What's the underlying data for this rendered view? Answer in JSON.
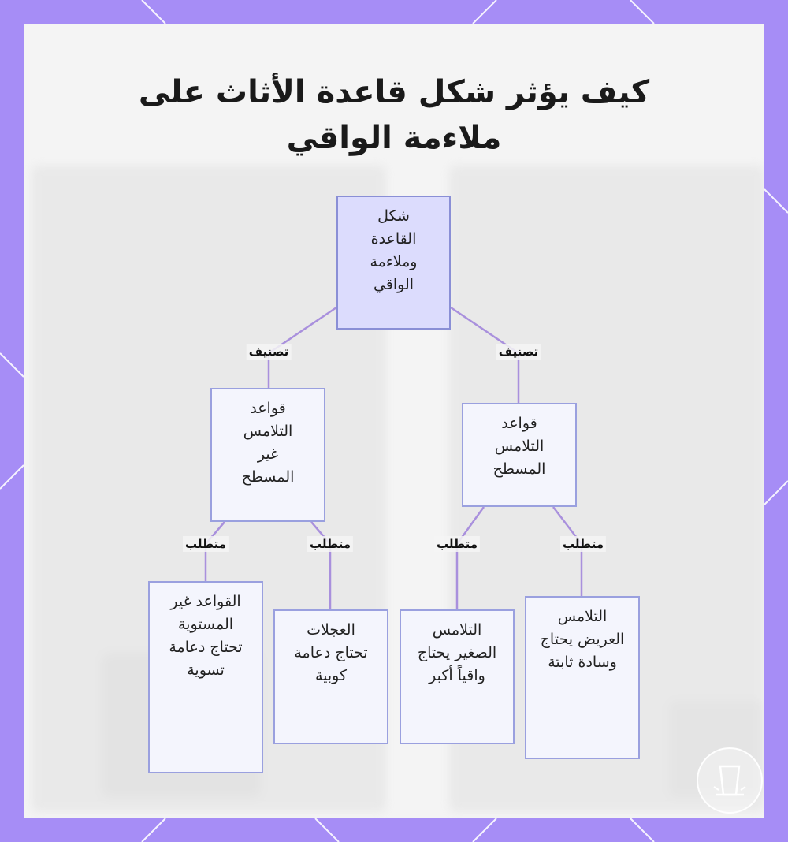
{
  "title_lines": [
    "كيف يؤثر شكل قاعدة الأثاث على",
    "ملاءمة الواقي"
  ],
  "nodes": {
    "root": "شكل القاعدة وملاءمة الواقي",
    "flat": "قواعد التلامس المسطح",
    "nonflat": "قواعد التلامس غير المسطح",
    "uneven": "القواعد غير المستوية تحتاج دعامة تسوية",
    "wheels": "العجلات تحتاج دعامة كوبية",
    "small": "التلامس الصغير يحتاج واقياً أكبر",
    "wide": "التلامس العريض يحتاج وسادة ثابتة"
  },
  "edge_labels": {
    "classify_left": "تصنيف",
    "classify_right": "تصنيف",
    "req_uneven": "متطلب",
    "req_wheels": "متطلب",
    "req_small": "متطلب",
    "req_wide": "متطلب"
  },
  "colors": {
    "frame": "#a68df6",
    "edge": "#a990dd",
    "node_border": "#9aa0df",
    "root_fill": "#dcdcfd",
    "node_fill": "#f4f5fd"
  }
}
